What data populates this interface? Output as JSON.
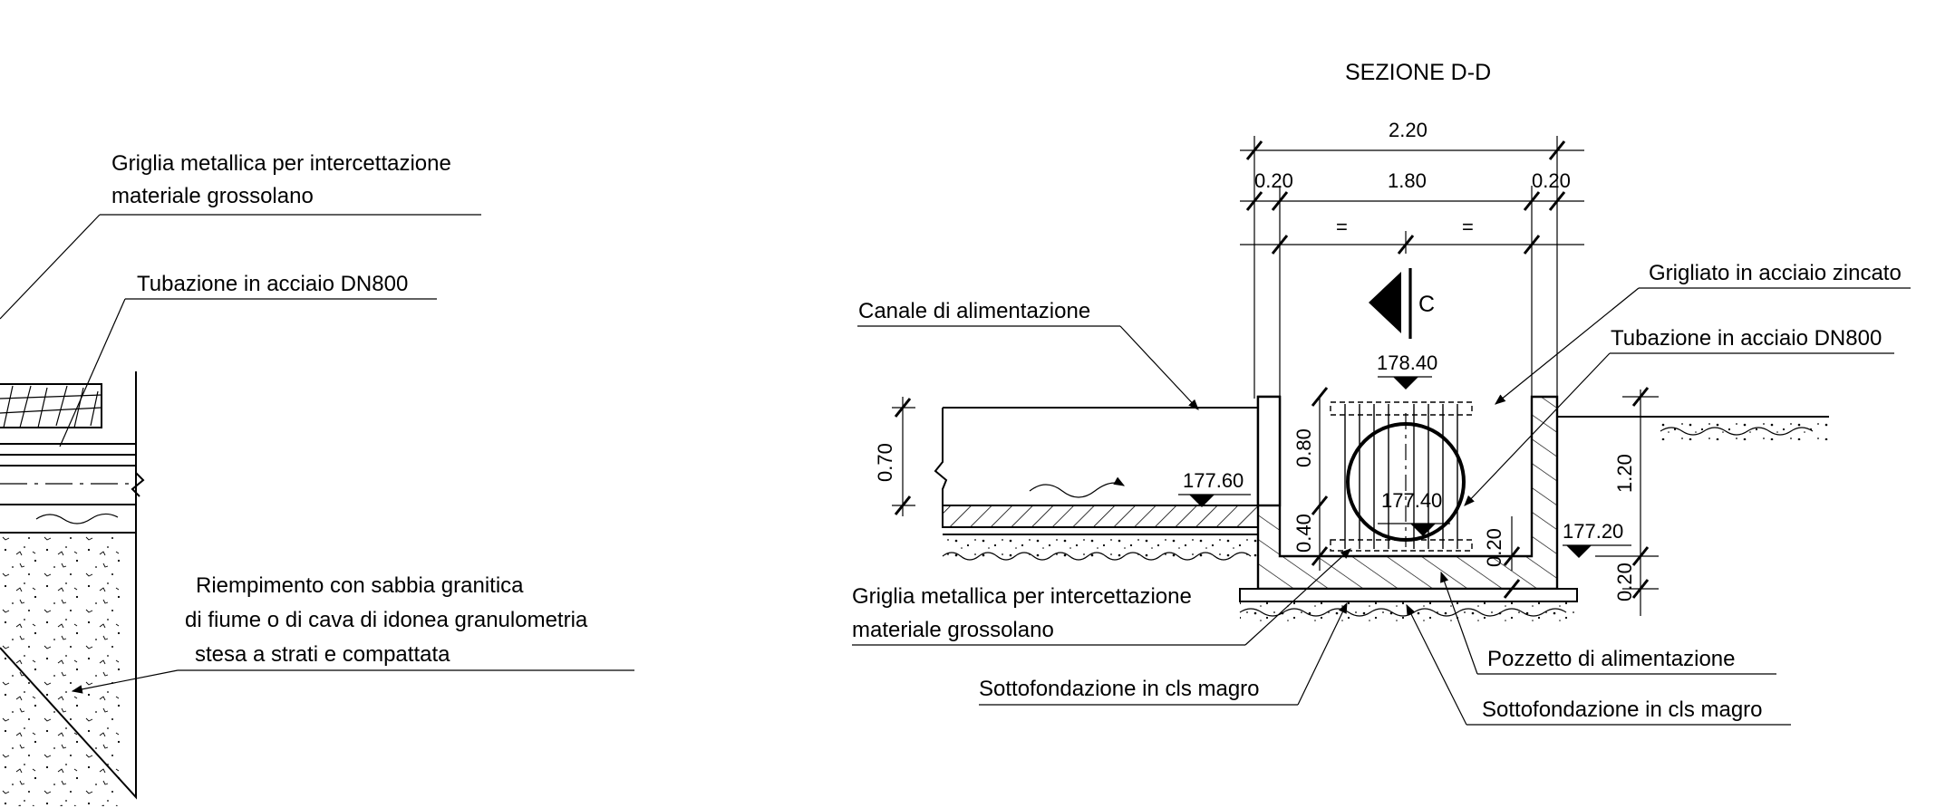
{
  "left_detail": {
    "labels": {
      "griglia": [
        "Griglia metallica per intercettazione",
        "materiale grossolano"
      ],
      "tubazione": "Tubazione in acciaio DN800",
      "riempimento": [
        "Riempimento con sabbia granitica",
        "di fiume o di cava di idonea granulometria",
        "stesa a strati e compattata"
      ]
    }
  },
  "section": {
    "title": "SEZIONE D-D",
    "dimensions": {
      "overall_width": "2.20",
      "wall_left": "0.20",
      "inner_width": "1.80",
      "wall_right": "0.20",
      "equal_left": "=",
      "equal_right": "=",
      "canal_depth": "0.70",
      "upper_height": "0.80",
      "lower_height": "0.40",
      "right_height": "1.20",
      "floor_thickness": "0.20",
      "base_thickness": "0.20"
    },
    "elevations": {
      "top": "178.40",
      "canal_bottom": "177.60",
      "pipe_axis": "177.40",
      "floor": "177.20"
    },
    "section_mark": "C",
    "labels": {
      "canale": "Canale di alimentazione",
      "grigliato": "Grigliato in acciaio zincato",
      "tubazione": "Tubazione in acciaio DN800",
      "griglia": [
        "Griglia metallica per intercettazione",
        "materiale grossolano"
      ],
      "sottofondazione_left": "Sottofondazione in cls magro",
      "pozzetto": "Pozzetto di alimentazione",
      "sottofondazione_right": "Sottofondazione in cls magro"
    }
  }
}
